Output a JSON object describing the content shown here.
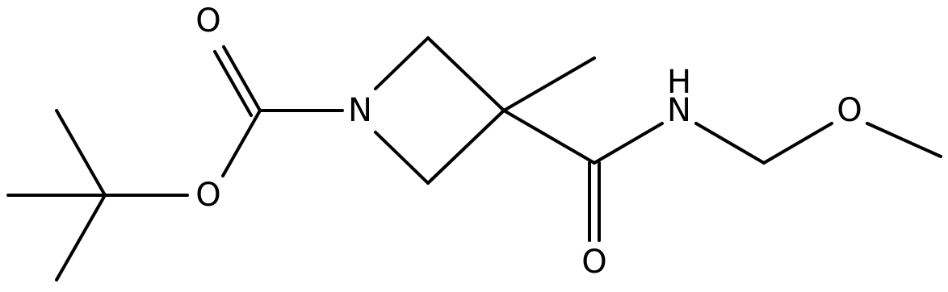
{
  "structure": {
    "atoms": [
      {
        "id": "o_carbonyl_boc",
        "label": "O"
      },
      {
        "id": "o_ester",
        "label": "O"
      },
      {
        "id": "n_ring",
        "label": "N"
      },
      {
        "id": "nh_amide_h",
        "label": "H"
      },
      {
        "id": "nh_amide_n",
        "label": "N"
      },
      {
        "id": "o_ether",
        "label": "O"
      },
      {
        "id": "o_carbonyl_amide",
        "label": "O"
      }
    ]
  }
}
